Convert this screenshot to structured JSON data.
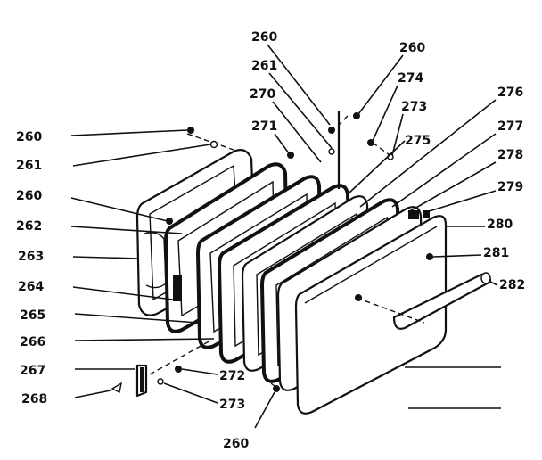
{
  "callouts": [
    {
      "id": "c260a",
      "label": "260"
    },
    {
      "id": "c261a",
      "label": "261"
    },
    {
      "id": "c270",
      "label": "270"
    },
    {
      "id": "c271",
      "label": "271"
    },
    {
      "id": "c260b",
      "label": "260"
    },
    {
      "id": "c274",
      "label": "274"
    },
    {
      "id": "c273a",
      "label": "273"
    },
    {
      "id": "c275",
      "label": "275"
    },
    {
      "id": "c276",
      "label": "276"
    },
    {
      "id": "c277",
      "label": "277"
    },
    {
      "id": "c278",
      "label": "278"
    },
    {
      "id": "c279",
      "label": "279"
    },
    {
      "id": "c280",
      "label": "280"
    },
    {
      "id": "c281",
      "label": "281"
    },
    {
      "id": "c282",
      "label": "282"
    },
    {
      "id": "c260c",
      "label": "260"
    },
    {
      "id": "c261b",
      "label": "261"
    },
    {
      "id": "c260d",
      "label": "260"
    },
    {
      "id": "c262",
      "label": "262"
    },
    {
      "id": "c263",
      "label": "263"
    },
    {
      "id": "c264",
      "label": "264"
    },
    {
      "id": "c265",
      "label": "265"
    },
    {
      "id": "c266",
      "label": "266"
    },
    {
      "id": "c267",
      "label": "267"
    },
    {
      "id": "c268",
      "label": "268"
    },
    {
      "id": "c272",
      "label": "272"
    },
    {
      "id": "c273b",
      "label": "273"
    },
    {
      "id": "c260e",
      "label": "260"
    }
  ]
}
